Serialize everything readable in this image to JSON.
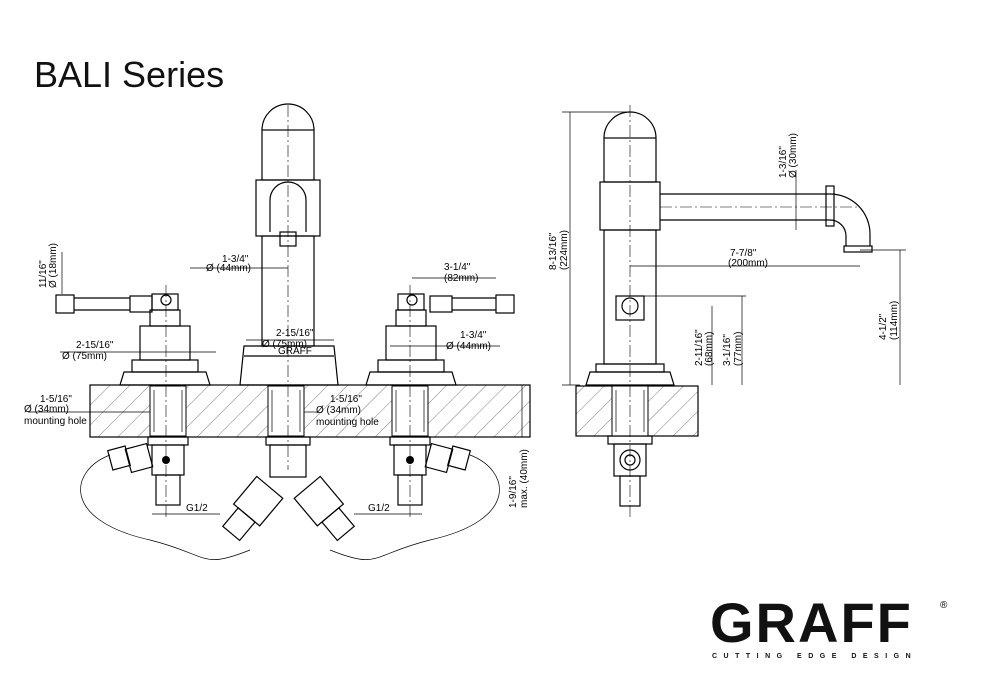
{
  "title": "BALI Series",
  "front_view": {
    "handle_left_height": [
      "11/16\"",
      "Ø (18mm)"
    ],
    "spout_diameter": [
      "1-3/4\"",
      "Ø (44mm)"
    ],
    "handle_reach": [
      "3-1/4\"",
      "(82mm)"
    ],
    "base_left": [
      "2-15/16\"",
      "Ø (75mm)"
    ],
    "base_center": [
      "2-15/16\"",
      "Ø (75mm)"
    ],
    "base_right": [
      "1-3/4\"",
      "Ø (44mm)"
    ],
    "mounting_left": [
      "1-5/16\"",
      "Ø (34mm)",
      "mounting hole"
    ],
    "mounting_center": [
      "1-5/16\"",
      "Ø (34mm)",
      "mounting hole"
    ],
    "deck_thickness": [
      "1-9/16\"",
      "max. (40mm)"
    ],
    "thread_left": "G1/2",
    "thread_right": "G1/2",
    "spout_brand": "GRAFF"
  },
  "side_view": {
    "spout_diameter": [
      "1-3/16\"",
      "Ø (30mm)"
    ],
    "total_height": [
      "8-13/16\"",
      "(224mm)"
    ],
    "spout_reach": [
      "7-7/8\"",
      "(200mm)"
    ],
    "spout_height": [
      "4-1/2\"",
      "(114mm)"
    ],
    "handle_height_a": [
      "2-11/16\"",
      "(68mm)"
    ],
    "handle_height_b": [
      "3-1/16\"",
      "(77mm)"
    ]
  },
  "logo": {
    "name": "GRAFF",
    "registered": "®",
    "tagline": "CUTTING EDGE DESIGN"
  }
}
